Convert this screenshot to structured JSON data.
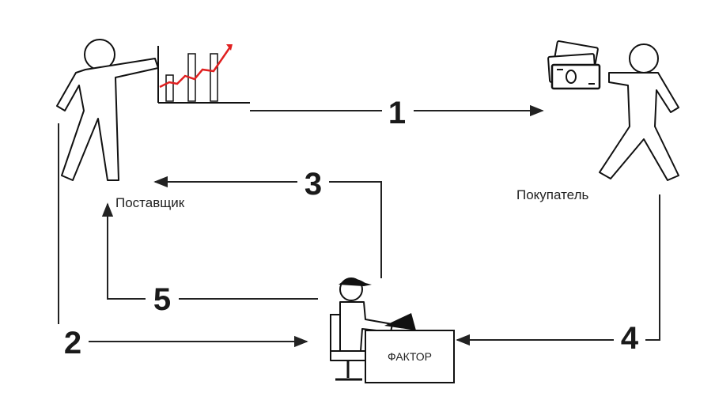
{
  "labels": {
    "supplier": "Поставщик",
    "buyer": "Покупатель",
    "factor": "ФАКТОР"
  },
  "steps": [
    "1",
    "2",
    "3",
    "4",
    "5"
  ],
  "colors": {
    "background": "#ffffff",
    "lines": "#222222",
    "chart_line": "#e02020"
  }
}
